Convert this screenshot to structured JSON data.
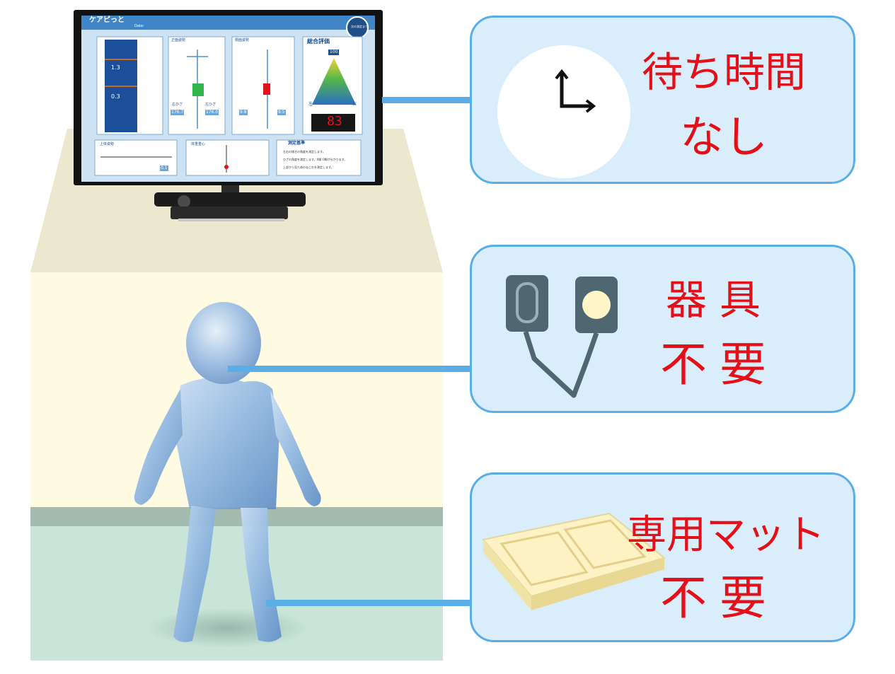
{
  "callouts": [
    {
      "id": "waiting",
      "line1": "待ち時間",
      "line2": "なし",
      "icon": "clock-icon"
    },
    {
      "id": "equipment",
      "line1": "器具",
      "line2": "不要",
      "icon": "electrode-icon"
    },
    {
      "id": "mat",
      "line1": "専用マット",
      "line2": "不要",
      "icon": "mat-icon"
    }
  ],
  "monitor": {
    "app_title": "ケアピっと",
    "date_label": "Date:",
    "countdown_label": "次の測定まで",
    "front_posture": "正面姿勢",
    "side_posture": "側面姿勢",
    "overall": "総合評価",
    "overall_max": "100",
    "left_short": "左",
    "right_short": "右",
    "score": "83",
    "values": [
      "1.3",
      "0.3"
    ],
    "right_knee": "右ひざ",
    "left_knee": "左ひざ",
    "knee_values": [
      "176.7",
      "176.0",
      "9.8",
      "9.5"
    ],
    "upper_body": "上体姿勢",
    "upper_value": "0.1",
    "weight_center": "体重重心",
    "criteria_title": "測定基準",
    "criteria": [
      "左右の傾きの角度を測定します。",
      "ひざの角度を測定します。X脚 O脚が分かります。",
      "上部から見た体のねじれを測定します。"
    ]
  },
  "colors": {
    "accent": "#5aaee6",
    "text_red": "#e3101a",
    "callout_bg": "#d9eefa",
    "booth_top": "#ece8d0",
    "booth_wall": "#fffbe2",
    "booth_floor": "#c9e5d9",
    "figure": "#8fb6e0"
  }
}
